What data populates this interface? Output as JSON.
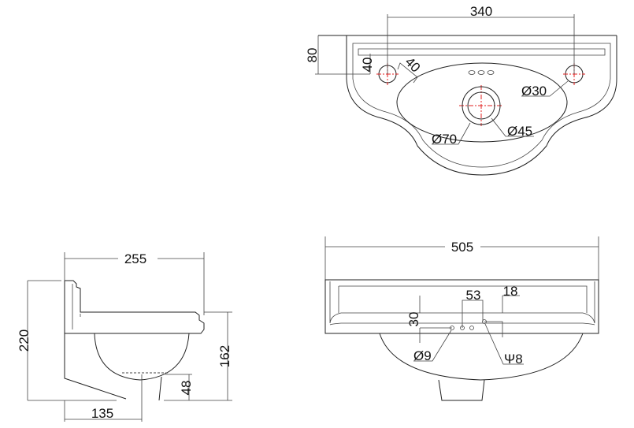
{
  "top_view": {
    "tap_spacing": "340",
    "rim_depth": "80",
    "hole_offset_vertical": "40",
    "hole_offset_diagonal": "40",
    "tap_hole_dia": "Ø30",
    "waste_outer_dia": "Ø70",
    "waste_inner_dia": "Ø45"
  },
  "side_view": {
    "depth": "255",
    "total_height": "220",
    "rim_height": "162",
    "pedestal_height": "48",
    "waste_offset": "135"
  },
  "front_view": {
    "width": "505",
    "hole_spacing": "53",
    "hole_height_right": "18",
    "hole_height_left": "30",
    "small_hole_dia": "Ø9",
    "overflow_dia": "Ψ8"
  },
  "colors": {
    "line": "#222222",
    "centerline": "#e02020"
  }
}
